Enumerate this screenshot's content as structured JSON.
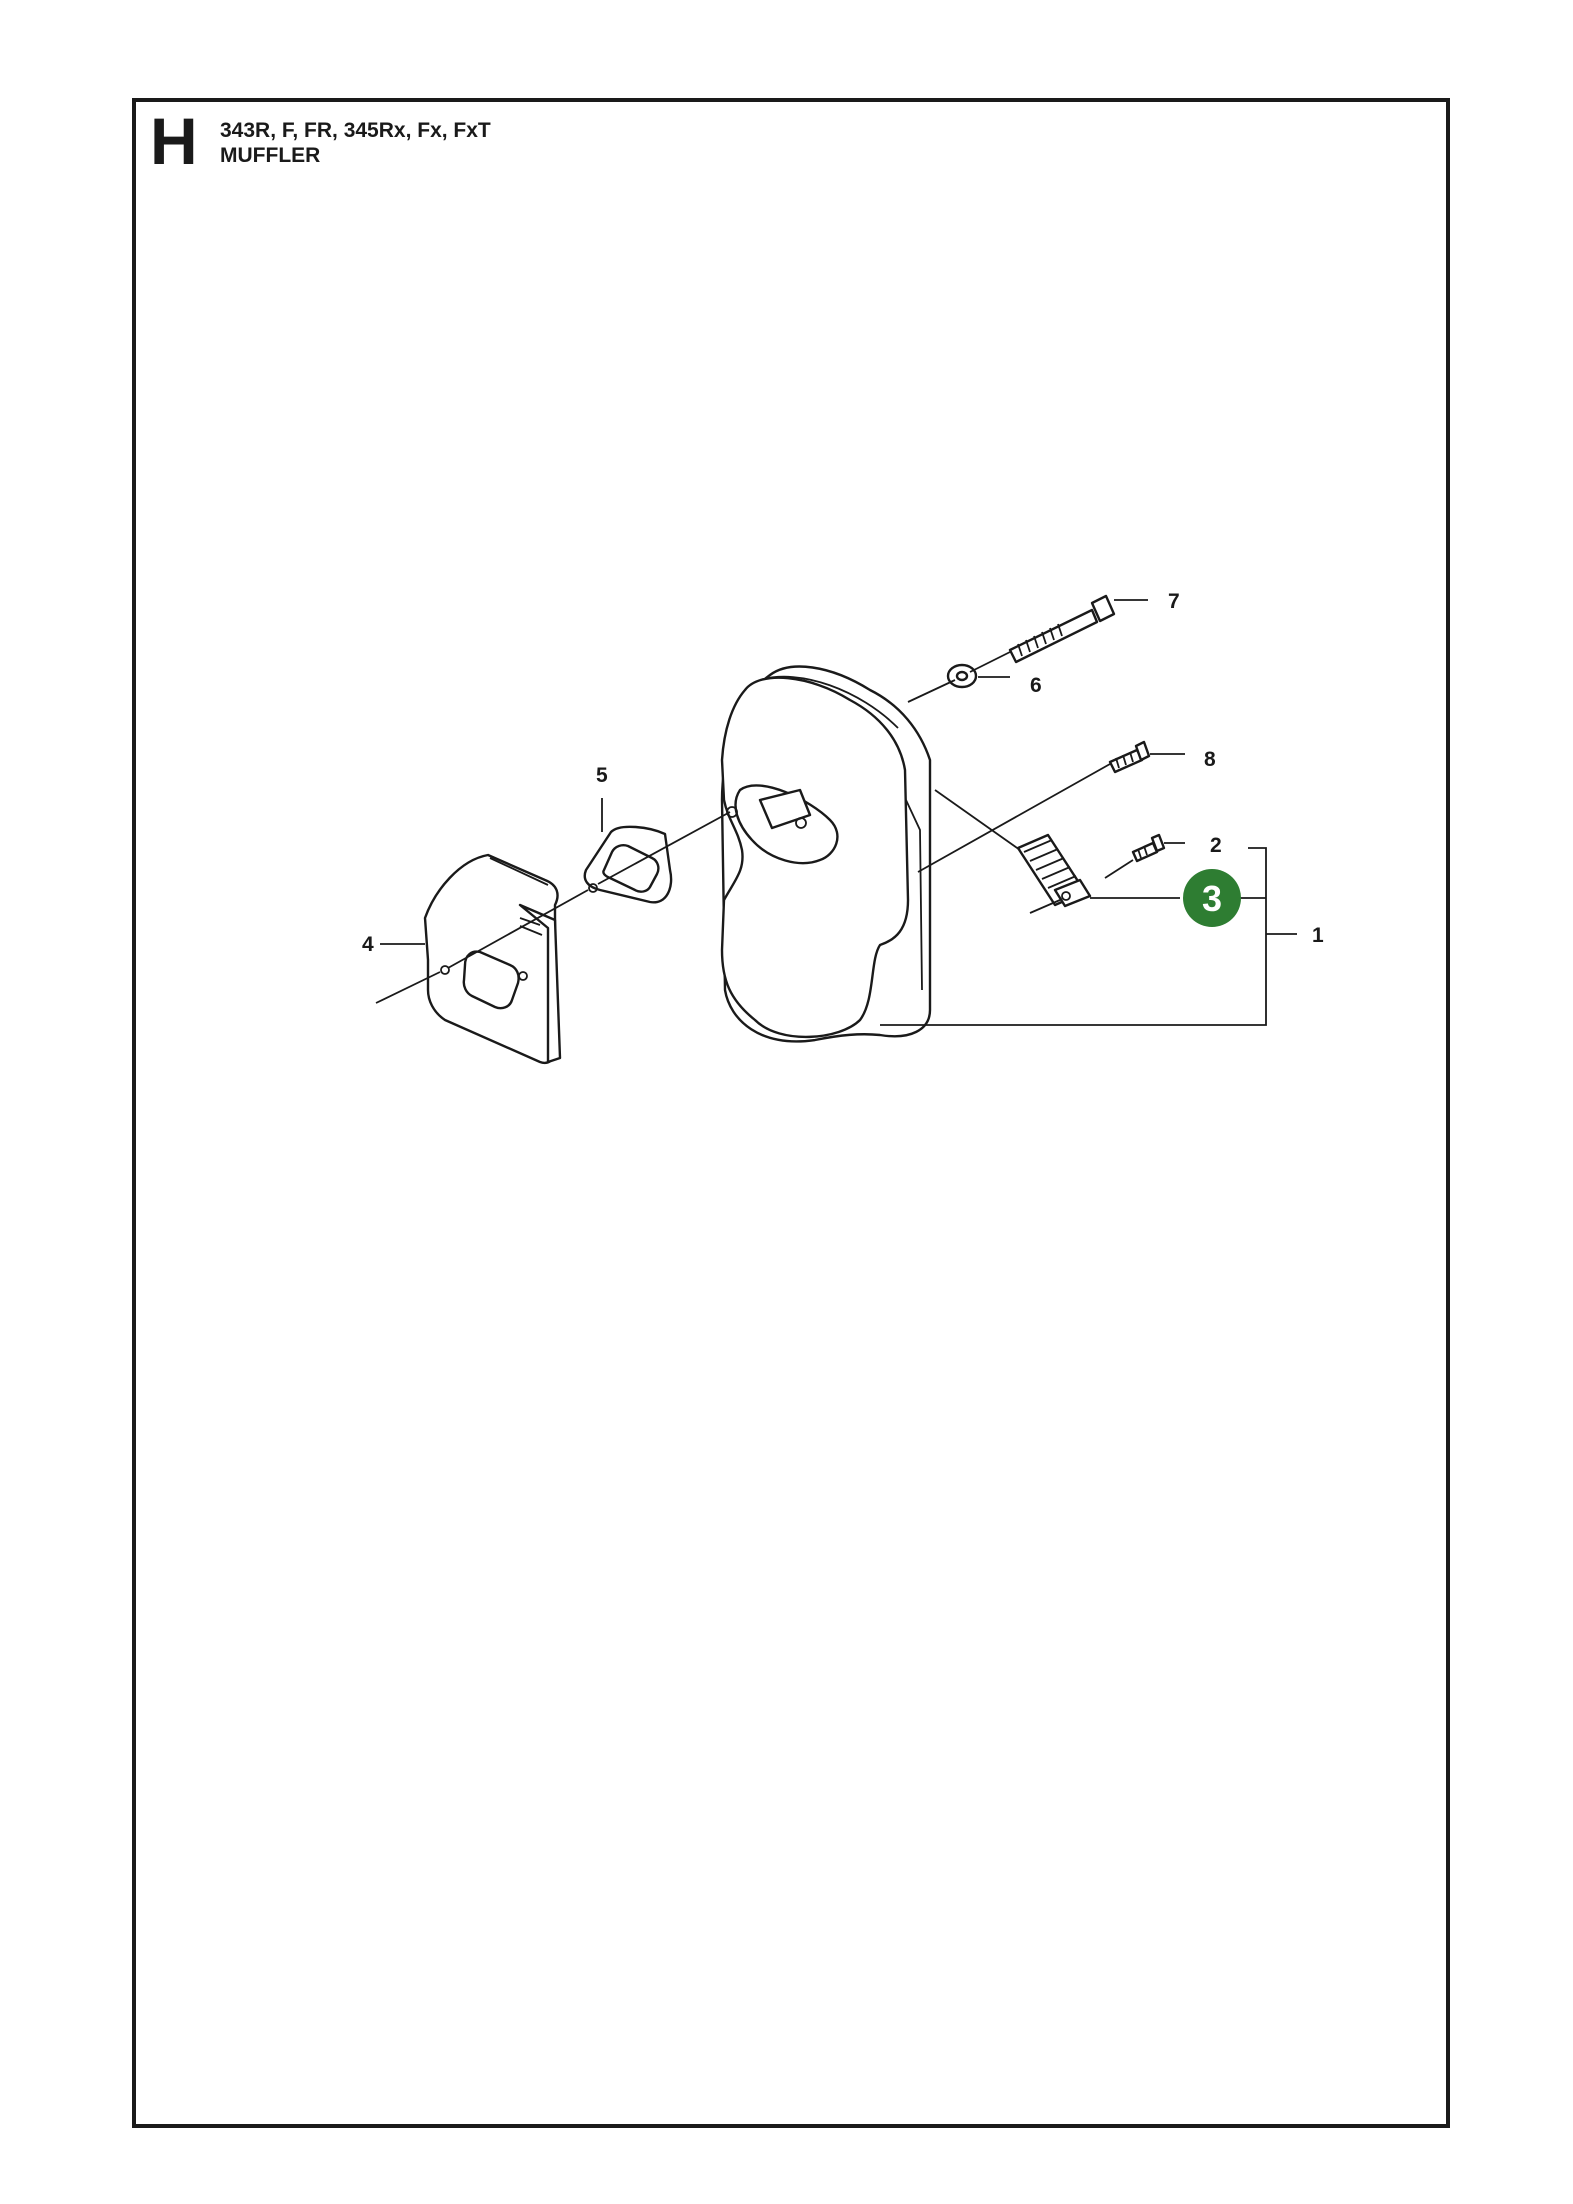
{
  "header": {
    "section_letter": "H",
    "models": "343R, F, FR, 345Rx, Fx, FxT",
    "section_name": "MUFFLER"
  },
  "callouts": {
    "c1": "1",
    "c2": "2",
    "c3": "3",
    "c4": "4",
    "c5": "5",
    "c6": "6",
    "c7": "7",
    "c8": "8"
  },
  "highlight": {
    "part_number": "3",
    "color": "#2e7d32"
  }
}
